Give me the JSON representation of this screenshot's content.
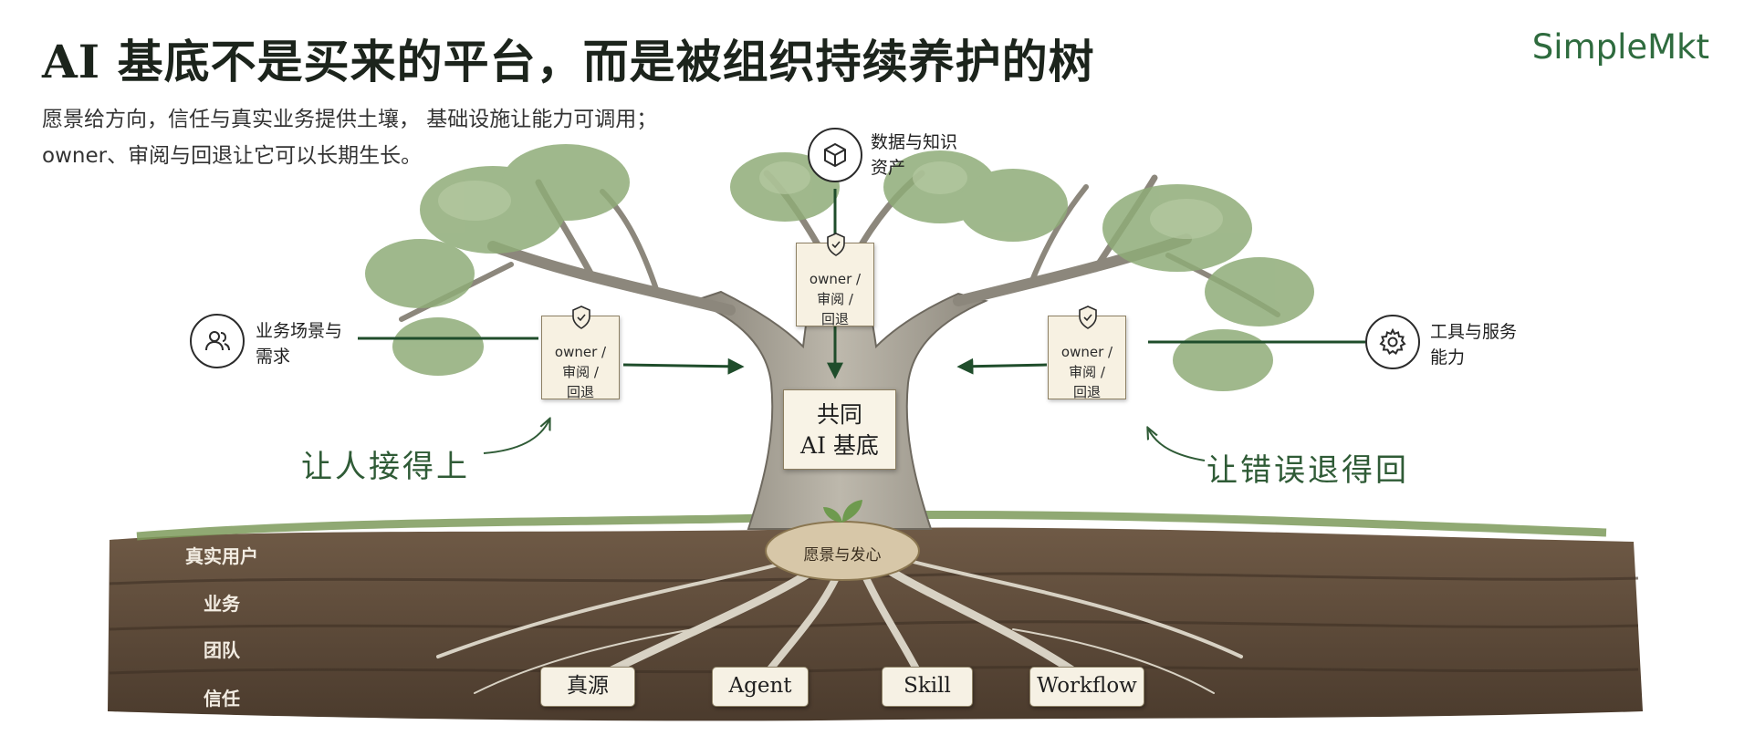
{
  "header": {
    "title": "AI 基底不是买来的平台，而是被组织持续养护的树",
    "brand": "SimpleMkt",
    "subtitle_line1": "愿景给方向，信任与真实业务提供土壤， 基础设施让能力可调用；",
    "subtitle_line2": "owner、审阅与回退让它可以长期生长。"
  },
  "inputs": {
    "left": {
      "icon": "users-icon",
      "line1": "业务场景与",
      "line2": "需求"
    },
    "top": {
      "icon": "cube-icon",
      "line1": "数据与知识",
      "line2": "资产"
    },
    "right": {
      "icon": "gear-icon",
      "line1": "工具与服务",
      "line2": "能力"
    }
  },
  "gates": {
    "left": {
      "icon": "shield-check-icon",
      "line1": "owner /",
      "line2": "审阅 /",
      "line3": "回退"
    },
    "top": {
      "icon": "shield-check-icon",
      "line1": "owner /",
      "line2": "审阅 /",
      "line3": "回退"
    },
    "right": {
      "icon": "shield-check-icon",
      "line1": "owner /",
      "line2": "审阅 /",
      "line3": "回退"
    }
  },
  "core": {
    "line1": "共同",
    "line2": "AI 基底"
  },
  "annotations": {
    "left": "让人接得上",
    "right": "让错误退得回"
  },
  "seed": "愿景与发心",
  "soil_layers": [
    "真实用户",
    "业务",
    "团队",
    "信任"
  ],
  "roots": [
    "真源",
    "Agent",
    "Skill",
    "Workflow"
  ],
  "colors": {
    "arrow": "#1f4d2b",
    "annotation": "#2f5b36",
    "brand": "#2e6b3e",
    "leaf": "#8fac78",
    "trunk": "#a6a196",
    "soil": "#5e4a39"
  }
}
